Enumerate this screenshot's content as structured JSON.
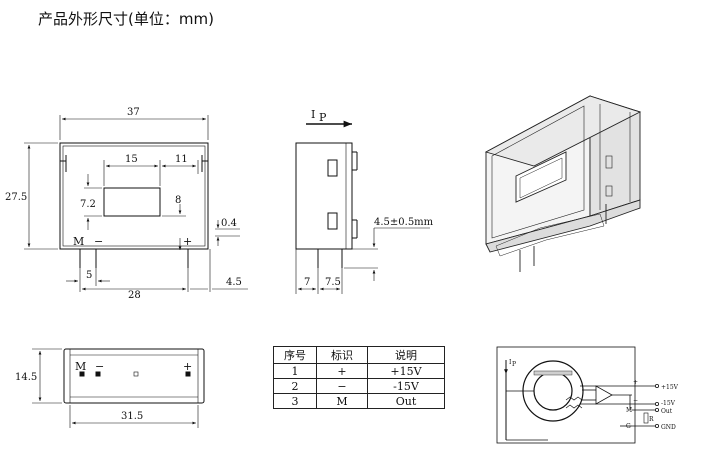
{
  "title": "产品外形尺寸(单位：mm)",
  "front_view": {
    "width_label": "37",
    "height_label": "27.5",
    "window_left_label": "15",
    "window_right_label": "11",
    "window_height_label": "7.2",
    "window_offset_label": "8",
    "pin_thickness_label": "0.4",
    "pin_m_label": "M",
    "pin_minus_label": "−",
    "pin_plus_label": "+",
    "pin_spacing_label": "5",
    "pin_span_label": "28",
    "pin_length_label": "4.5"
  },
  "side_view": {
    "current_label": "I",
    "current_sub": "P",
    "pin_height_label": "4.5±0.5mm",
    "offset_label": "7",
    "spacing_label": "7.5"
  },
  "bottom_view": {
    "height_label": "14.5",
    "width_label": "31.5",
    "m_label": "M",
    "minus_label": "−",
    "plus_label": "+"
  },
  "pin_table": {
    "headers": [
      "序号",
      "标识",
      "说明"
    ],
    "rows": [
      [
        "1",
        "+",
        "+15V"
      ],
      [
        "2",
        "−",
        "-15V"
      ],
      [
        "3",
        "M",
        "Out"
      ]
    ]
  },
  "schematic": {
    "ip_label": "I",
    "ip_sub": "P",
    "plus15": "+15V",
    "minus15": "-15V",
    "out": "Out",
    "gnd": "GND",
    "rm_label": "R",
    "m_label": "M",
    "g_label": "G",
    "plus_sign": "+",
    "minus_sign": "−"
  }
}
